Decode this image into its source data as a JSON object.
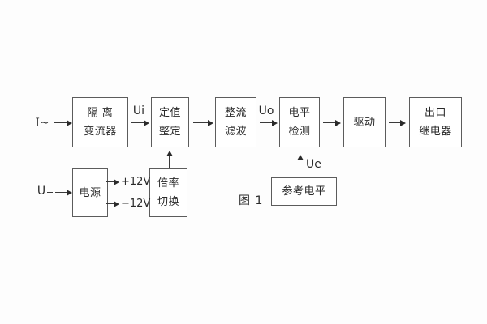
{
  "figure": {
    "caption": "图 1"
  },
  "colors": {
    "background": "#fdfdfd",
    "box_border": "#5c5c5c",
    "line": "#3a3a3a",
    "text": "#2a2a2a"
  },
  "nodes": {
    "isolation_transformer": {
      "line1": "隔 离",
      "line2": "变流器"
    },
    "setting_adjust": {
      "line1": "定值",
      "line2": "整定"
    },
    "rectifier_filter": {
      "line1": "整流",
      "line2": "滤波"
    },
    "level_detector": {
      "line1": "电平",
      "line2": "检测"
    },
    "driver": {
      "label": "驱动"
    },
    "output_relay": {
      "line1": "出口",
      "line2": "继电器"
    },
    "power_supply": {
      "label": "电源"
    },
    "ratio_switch": {
      "line1": "倍率",
      "line2": "切换"
    },
    "reference_level": {
      "label": "参考电平"
    }
  },
  "signals": {
    "input_current": "I~",
    "input_voltage": "U",
    "ui": "Ui",
    "uo": "Uo",
    "ue": "Ue",
    "plus_12v": "+12V",
    "minus_12v": "−12V"
  }
}
